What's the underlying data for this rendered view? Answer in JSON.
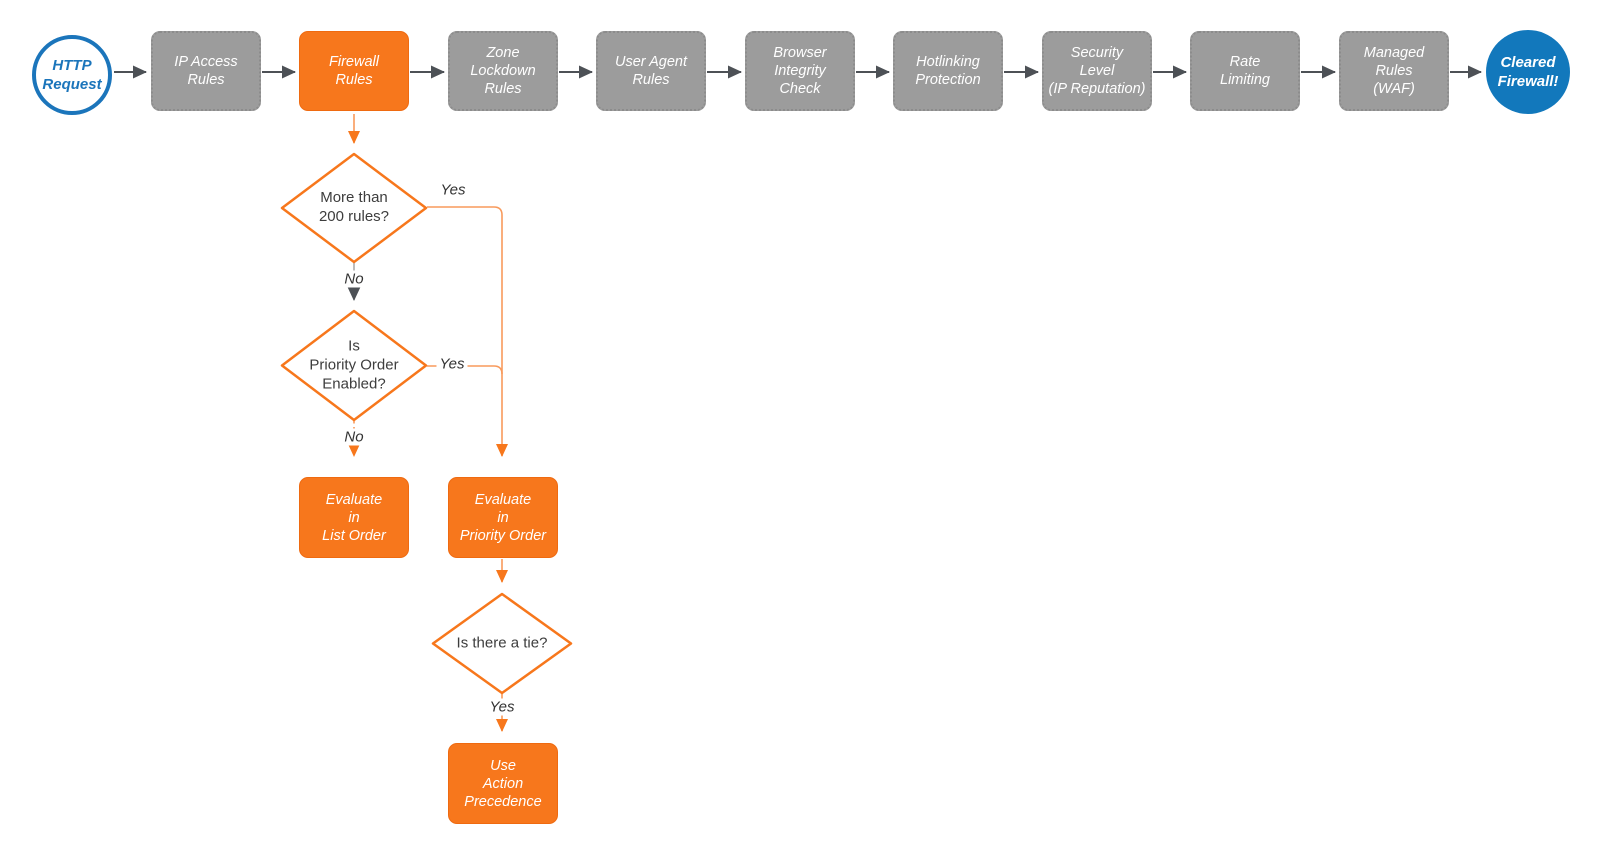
{
  "colors": {
    "accent_orange": "#f7771c",
    "light_orange_line": "#f89a5c",
    "node_gray": "#9c9c9c",
    "brand_blue": "#1b75bb",
    "end_blue": "#1278bc",
    "arrow_dark": "#4d5156"
  },
  "flow": {
    "start": {
      "label": "HTTP\nRequest"
    },
    "end": {
      "label": "Cleared\nFirewall!"
    },
    "stages": [
      {
        "label": "IP Access\nRules"
      },
      {
        "label": "Firewall\nRules"
      },
      {
        "label": "Zone\nLockdown\nRules"
      },
      {
        "label": "User Agent\nRules"
      },
      {
        "label": "Browser\nIntegrity\nCheck"
      },
      {
        "label": "Hotlinking\nProtection"
      },
      {
        "label": "Security\nLevel\n(IP Reputation)"
      },
      {
        "label": "Rate\nLimiting"
      },
      {
        "label": "Managed\nRules\n(WAF)"
      }
    ],
    "decisions": [
      {
        "label": "More than\n200 rules?"
      },
      {
        "label": "Is\nPriority Order\nEnabled?"
      },
      {
        "label": "Is there a tie?"
      }
    ],
    "actions": [
      {
        "label": "Evaluate\nin\nList Order"
      },
      {
        "label": "Evaluate\nin\nPriority Order"
      },
      {
        "label": "Use\nAction\nPrecedence"
      }
    ],
    "edge_labels": {
      "d1_yes": "Yes",
      "d1_no": "No",
      "d2_yes": "Yes",
      "d2_no": "No",
      "d3_yes": "Yes"
    }
  }
}
